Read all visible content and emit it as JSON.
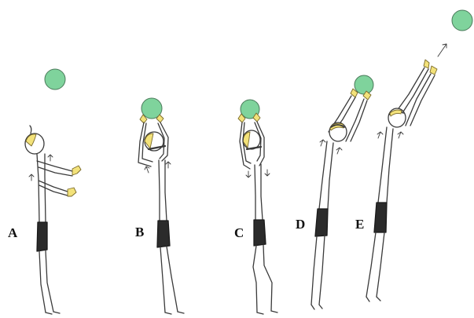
{
  "panels": [
    {
      "label": "A"
    },
    {
      "label": "B"
    },
    {
      "label": "C"
    },
    {
      "label": "D"
    },
    {
      "label": "E"
    }
  ],
  "colors": {
    "ball": "#7fd39c",
    "hands": "#f3e27a",
    "shorts": "#2b2b2b",
    "ink": "#3a3a3a"
  }
}
